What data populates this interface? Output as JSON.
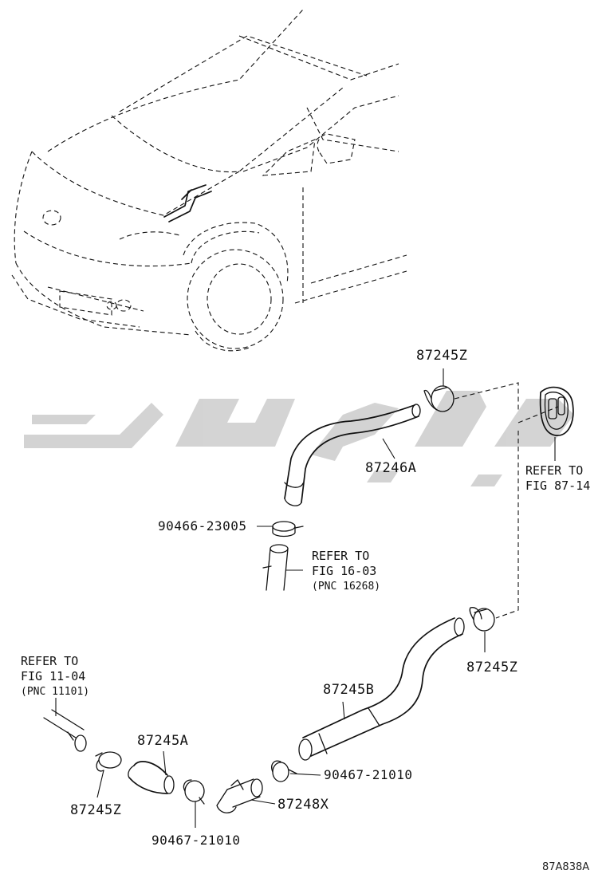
{
  "watermark": "بلوچی یارت",
  "labels": {
    "clamp_top": "87245Z",
    "hose_upper": "87246A",
    "clip_upper": "90466-23005",
    "clamp_right": "87245Z",
    "hose_lower": "87245B",
    "clip_lower_right": "90467-21010",
    "hose_small": "87245A",
    "clamp_lower_left": "87245Z",
    "clip_bottom": "90467-21010",
    "joint": "87248X"
  },
  "refs": {
    "fig_87_14": {
      "line1": "REFER TO",
      "line2": "FIG 87-14"
    },
    "fig_16_03": {
      "line1": "REFER TO",
      "line2": "FIG 16-03",
      "line3": "(PNC 16268)"
    },
    "fig_11_04": {
      "line1": "REFER TO",
      "line2": "FIG 11-04",
      "line3": "(PNC 11101)"
    }
  },
  "diagram_code": "87A838A"
}
